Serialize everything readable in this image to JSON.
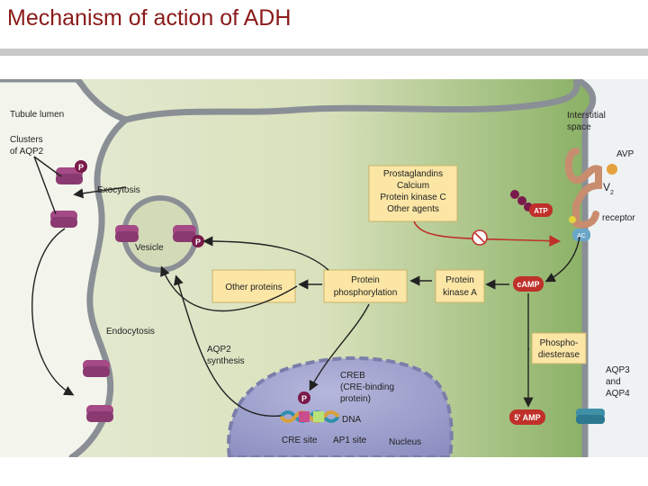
{
  "title": "Mechanism of action of ADH",
  "colors": {
    "title": "#8b1a1a",
    "cell_bg": "#dfe6c8",
    "right_green": "#8fb56a",
    "box_fill": "#fbe6a6",
    "nucleus": "#9d9fcc",
    "aqp2": "#a54a86",
    "camp_red": "#c0302a",
    "aqp34": "#3f90a6"
  },
  "icons": {
    "phosphate": "phosphate-circle-icon",
    "aqp_channel": "aquaporin-cylinder-icon",
    "inhibit": "inhibition-icon"
  },
  "labels": {
    "tubule_lumen": "Tubule lumen",
    "clusters_l1": "Clusters",
    "clusters_l2": "of AQP2",
    "exocytosis": "Exocytosis",
    "vesicle": "Vesicle",
    "endocytosis": "Endocytosis",
    "aqp2_synth_l1": "AQP2",
    "aqp2_synth_l2": "synthesis",
    "interstitial_l1": "Interstitial",
    "interstitial_l2": "space",
    "avp": "AVP",
    "v2": "V",
    "v2_sub": "2",
    "receptor": "receptor",
    "atp": "ATP",
    "ac": "AC",
    "camp": "cAMP",
    "five_amp": "5' AMP",
    "creb_l1": "CREB",
    "creb_l2": "(CRE-binding",
    "creb_l3": "protein)",
    "dna": "DNA",
    "cre_site": "CRE site",
    "ap1_site": "AP1 site",
    "nucleus": "Nucleus",
    "aqp34_l1": "AQP3",
    "aqp34_l2": "and",
    "aqp34_l3": "AQP4",
    "p": "P"
  },
  "boxes": {
    "agents": [
      "Prostaglandins",
      "Calcium",
      "Protein kinase C",
      "Other agents"
    ],
    "other_proteins": "Other proteins",
    "protein_phos_l1": "Protein",
    "protein_phos_l2": "phosphorylation",
    "pka_l1": "Protein",
    "pka_l2": "kinase A",
    "pde_l1": "Phospho-",
    "pde_l2": "diesterase"
  }
}
